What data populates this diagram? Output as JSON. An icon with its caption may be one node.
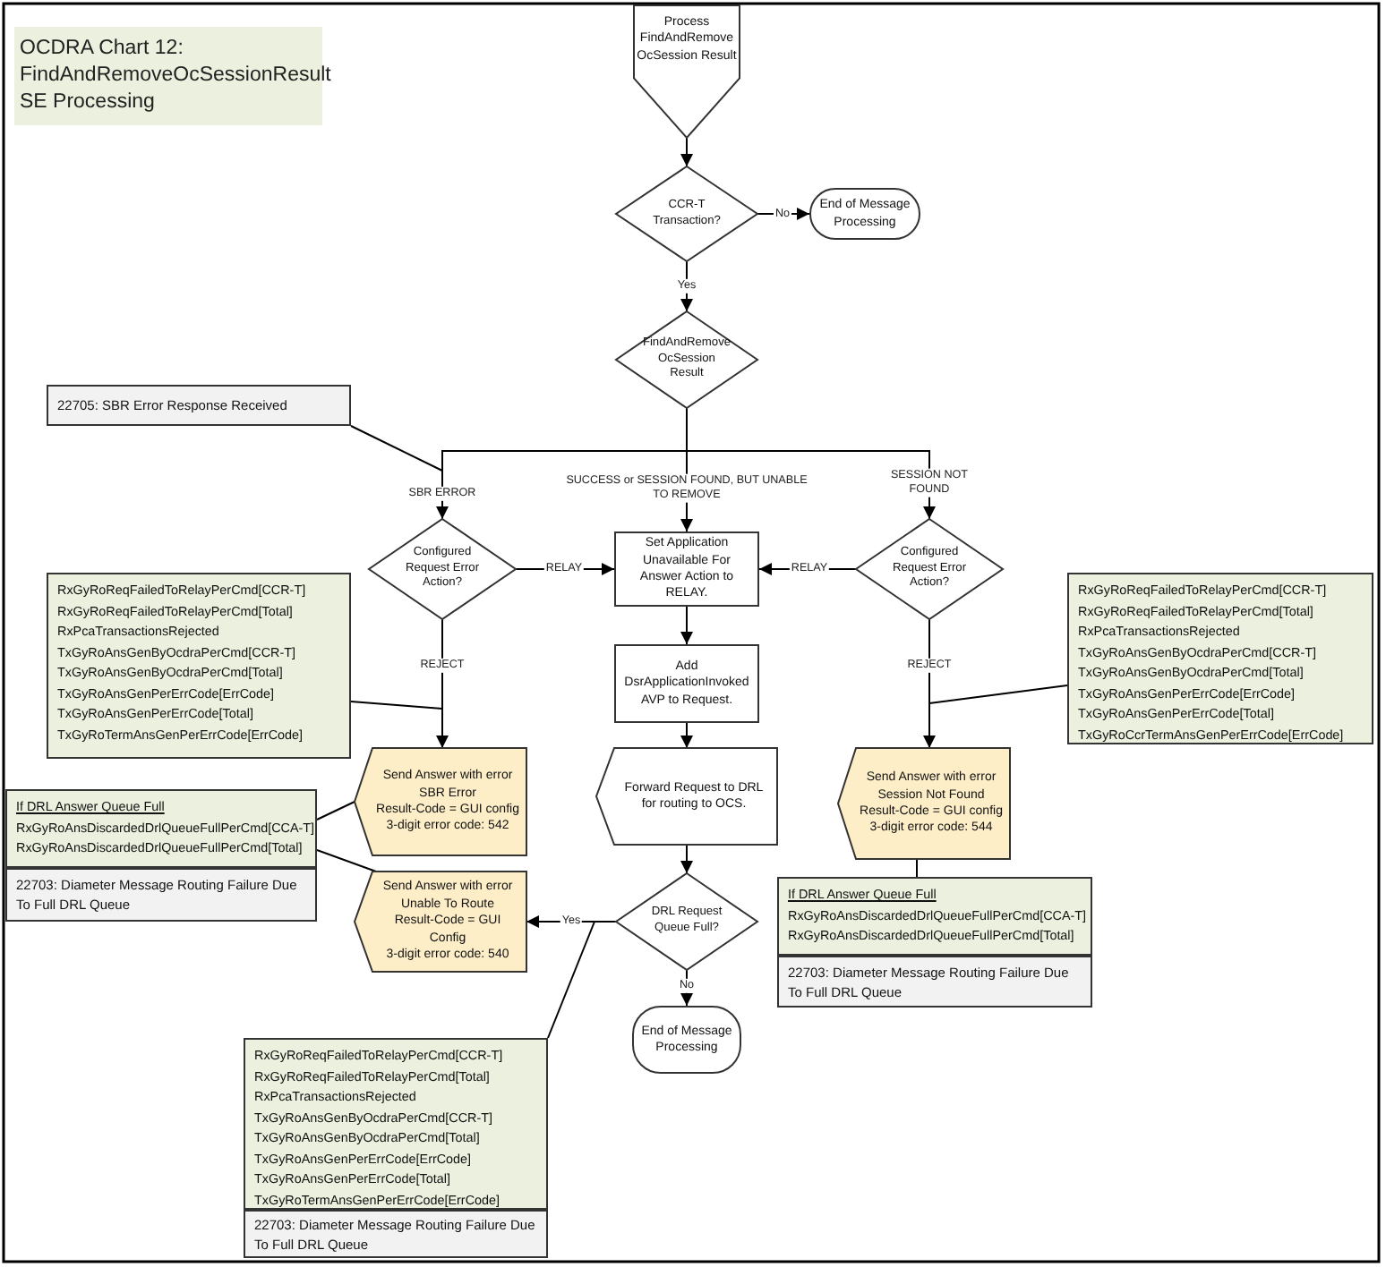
{
  "diagram": {
    "title": "OCDRA Chart 12: FindAndRemoveOcSessionResult SE Processing",
    "nodes": [
      {
        "text": [
          "Process FindAndRemove OcSession Result"
        ]
      },
      {
        "text": [
          "CCR-T Transaction?"
        ]
      },
      {
        "text": [
          "End of Message Processing"
        ]
      },
      {
        "text": [
          "FindAndRemove OcSession Result"
        ]
      },
      {
        "text": [
          "22705: SBR Error Response Received"
        ]
      },
      {
        "text": [
          "Configured Request Error Action?"
        ]
      },
      {
        "text": [
          "Set Application Unavailable For Answer Action to RELAY."
        ]
      },
      {
        "text": [
          "Configured Request Error Action?"
        ]
      },
      {
        "text": [
          "RxGyRoReqFailedToRelayPerCmd[CCR-T]",
          "RxGyRoReqFailedToRelayPerCmd[Total]",
          "RxPcaTransactionsRejected",
          "TxGyRoAnsGenByOcdraPerCmd[CCR-T]",
          "TxGyRoAnsGenByOcdraPerCmd[Total]",
          "TxGyRoAnsGenPerErrCode[ErrCode]",
          "TxGyRoAnsGenPerErrCode[Total]",
          "TxGyRoTermAnsGenPerErrCode[ErrCode]"
        ]
      },
      {
        "text": [
          "Add DsrApplicationInvoked AVP to Request."
        ]
      },
      {
        "text": [
          "RxGyRoReqFailedToRelayPerCmd[CCR-T]",
          "RxGyRoReqFailedToRelayPerCmd[Total]",
          "RxPcaTransactionsRejected",
          "TxGyRoAnsGenByOcdraPerCmd[CCR-T]",
          "TxGyRoAnsGenByOcdraPerCmd[Total]",
          "TxGyRoAnsGenPerErrCode[ErrCode]",
          "TxGyRoAnsGenPerErrCode[Total]",
          "TxGyRoCcrTermAnsGenPerErrCode[ErrCode]"
        ]
      },
      {
        "text": [
          "Send Answer with error",
          "SBR Error",
          "Result-Code = GUI config",
          "3-digit error code: 542"
        ]
      },
      {
        "text": [
          "Forward Request to DRL for routing to OCS."
        ]
      },
      {
        "text": [
          "Send Answer with error",
          "Session Not Found",
          "Result-Code = GUI config",
          "3-digit error code: 544"
        ]
      },
      {
        "text": [
          "If DRL Answer Queue Full",
          "RxGyRoAnsDiscardedDrlQueueFullPerCmd[CCA-T]",
          "RxGyRoAnsDiscardedDrlQueueFullPerCmd[Total]"
        ]
      },
      {
        "text": [
          "22703: Diameter Message Routing Failure Due To Full DRL Queue"
        ]
      },
      {
        "text": [
          "Send Answer with error",
          "Unable To Route",
          "Result-Code = GUI Config",
          "3-digit error code: 540"
        ]
      },
      {
        "text": [
          "DRL Request Queue Full?"
        ]
      },
      {
        "text": [
          "If DRL Answer Queue Full",
          "RxGyRoAnsDiscardedDrlQueueFullPerCmd[CCA-T]",
          "RxGyRoAnsDiscardedDrlQueueFullPerCmd[Total]"
        ]
      },
      {
        "text": [
          "22703: Diameter Message Routing Failure Due To Full DRL Queue"
        ]
      },
      {
        "text": [
          "End of Message Processing"
        ]
      },
      {
        "text": [
          "RxGyRoReqFailedToRelayPerCmd[CCR-T]",
          "RxGyRoReqFailedToRelayPerCmd[Total]",
          "RxPcaTransactionsRejected",
          "TxGyRoAnsGenByOcdraPerCmd[CCR-T]",
          "TxGyRoAnsGenByOcdraPerCmd[Total]",
          "TxGyRoAnsGenPerErrCode[ErrCode]",
          "TxGyRoAnsGenPerErrCode[Total]",
          "TxGyRoTermAnsGenPerErrCode[ErrCode]"
        ]
      },
      {
        "text": [
          "22703: Diameter Message Routing Failure Due To Full DRL Queue"
        ]
      }
    ],
    "edges": [
      {
        "from": 0,
        "to": 1,
        "arrow": "to"
      },
      {
        "from": 1,
        "to": 2,
        "arrow": "to",
        "label": "No"
      },
      {
        "from": 1,
        "to": 3,
        "arrow": "to",
        "label": "Yes"
      },
      {
        "from": 3,
        "to": 5,
        "arrow": "to",
        "label": "SBR ERROR"
      },
      {
        "from": 3,
        "to": 6,
        "arrow": "to",
        "label": "SUCCESS or SESSION FOUND, BUT UNABLE TO REMOVE"
      },
      {
        "from": 3,
        "to": 7,
        "arrow": "to",
        "label": "SESSION NOT FOUND"
      },
      {
        "from": 5,
        "to": 6,
        "arrow": "to",
        "label": "RELAY"
      },
      {
        "from": 7,
        "to": 6,
        "arrow": "to",
        "label": "RELAY"
      },
      {
        "from": 5,
        "to": 11,
        "arrow": "to",
        "label": "REJECT"
      },
      {
        "from": 7,
        "to": 13,
        "arrow": "to",
        "label": "REJECT"
      },
      {
        "from": 6,
        "to": 9,
        "arrow": "to"
      },
      {
        "from": 9,
        "to": 12,
        "arrow": "to"
      },
      {
        "from": 12,
        "to": 17,
        "arrow": "to"
      },
      {
        "from": 17,
        "to": 16,
        "arrow": "to",
        "label": "Yes"
      },
      {
        "from": 17,
        "to": 20,
        "arrow": "to",
        "label": "No"
      },
      {
        "from": 4,
        "to": null,
        "arrow": "none"
      },
      {
        "from": 8,
        "to": null,
        "arrow": "none"
      },
      {
        "from": 10,
        "to": null,
        "arrow": "none"
      },
      {
        "from": 11,
        "to": 14,
        "arrow": "none"
      },
      {
        "from": 16,
        "to": 14,
        "arrow": "none"
      },
      {
        "from": 13,
        "to": 18,
        "arrow": "none"
      },
      {
        "from": 21,
        "to": null,
        "arrow": "none"
      }
    ]
  }
}
